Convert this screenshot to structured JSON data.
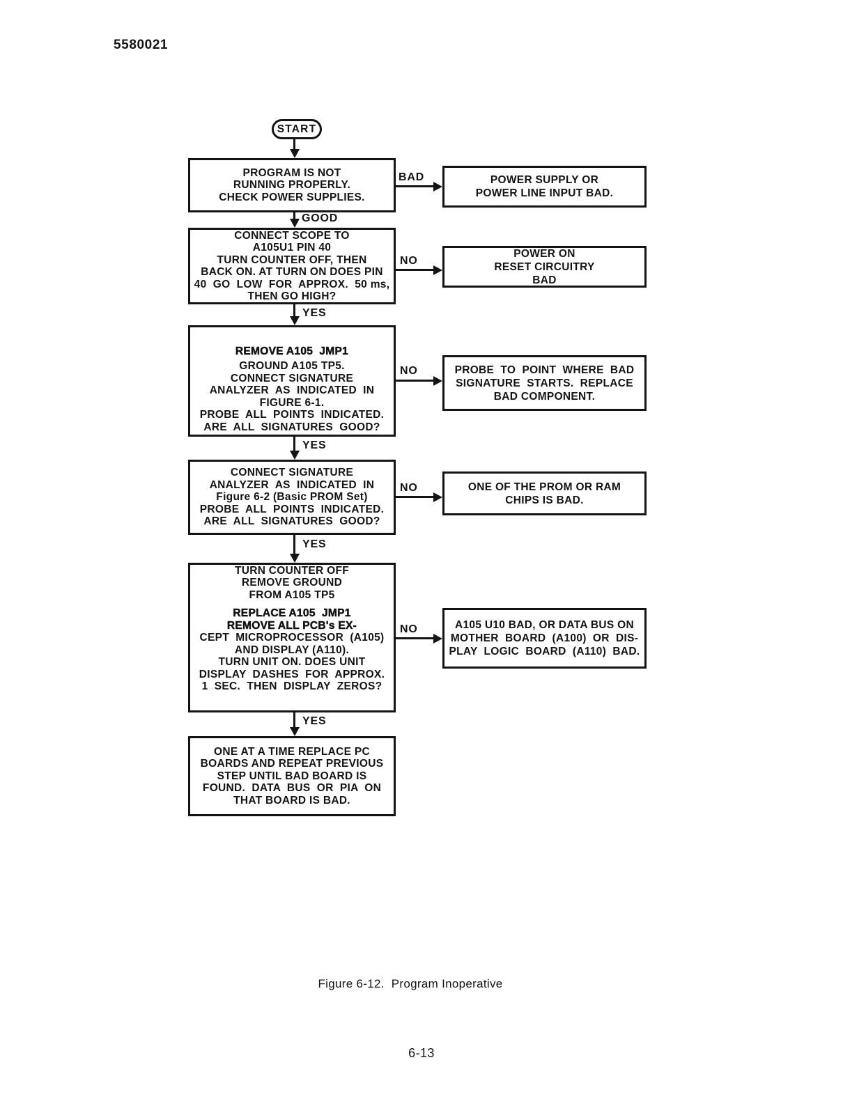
{
  "page": {
    "doc_number": "5580021",
    "caption": "Figure 6-12.  Program Inoperative",
    "page_number": "6-13"
  },
  "flow": {
    "start_label": "START",
    "labels": {
      "bad": "BAD",
      "good": "GOOD",
      "no": "NO",
      "yes": "YES"
    },
    "steps": {
      "step1": {
        "lines": [
          "PROGRAM IS NOT",
          "RUNNING PROPERLY.",
          "CHECK POWER SUPPLIES."
        ]
      },
      "step2": {
        "lines": [
          "CONNECT SCOPE TO",
          "A105U1 PIN 40",
          "TURN COUNTER OFF, THEN",
          "BACK ON. AT TURN ON DOES PIN",
          "40  GO  LOW  FOR  APPROX.  50 ms,",
          "THEN GO HIGH?"
        ]
      },
      "step3": {
        "lines": [
          "REMOVE A105  JMP1",
          "GROUND A105 TP5.",
          "CONNECT SIGNATURE",
          "ANALYZER  AS  INDICATED  IN",
          "FIGURE 6-1.",
          "PROBE  ALL  POINTS  INDICATED.",
          "ARE  ALL  SIGNATURES  GOOD?"
        ]
      },
      "step4": {
        "lines": [
          "CONNECT SIGNATURE",
          "ANALYZER  AS  INDICATED  IN",
          "Figure 6-2 (Basic PROM Set)",
          "PROBE  ALL  POINTS  INDICATED.",
          "ARE  ALL  SIGNATURES  GOOD?"
        ]
      },
      "step5": {
        "lines": [
          "TURN COUNTER OFF",
          "REMOVE GROUND",
          "FROM A105 TP5",
          "REPLACE A105  JMP1",
          "REMOVE ALL PCB's EX-",
          "CEPT  MICROPROCESSOR  (A105)",
          "AND DISPLAY (A110).",
          "TURN UNIT ON. DOES UNIT",
          "DISPLAY  DASHES  FOR  APPROX.",
          "1  SEC.  THEN  DISPLAY  ZEROS?"
        ]
      },
      "step6": {
        "lines": [
          "ONE AT A TIME REPLACE PC",
          "BOARDS AND REPEAT PREVIOUS",
          "STEP UNTIL BAD BOARD IS",
          "FOUND.  DATA  BUS  OR  PIA  ON",
          "THAT BOARD IS BAD."
        ]
      }
    },
    "results": {
      "result1": {
        "lines": [
          "POWER SUPPLY OR",
          "POWER LINE INPUT BAD."
        ]
      },
      "result2": {
        "lines": [
          "POWER ON",
          "RESET CIRCUITRY",
          "BAD"
        ]
      },
      "result3": {
        "lines": [
          "PROBE  TO  POINT  WHERE  BAD",
          "SIGNATURE  STARTS.  REPLACE",
          "BAD COMPONENT."
        ]
      },
      "result4": {
        "lines": [
          "ONE OF THE PROM OR RAM",
          "CHIPS IS BAD."
        ]
      },
      "result5": {
        "lines": [
          "A105 U10 BAD, OR DATA BUS ON",
          "MOTHER  BOARD  (A100)  OR  DIS-",
          "PLAY  LOGIC  BOARD  (A110)  BAD."
        ]
      }
    }
  }
}
